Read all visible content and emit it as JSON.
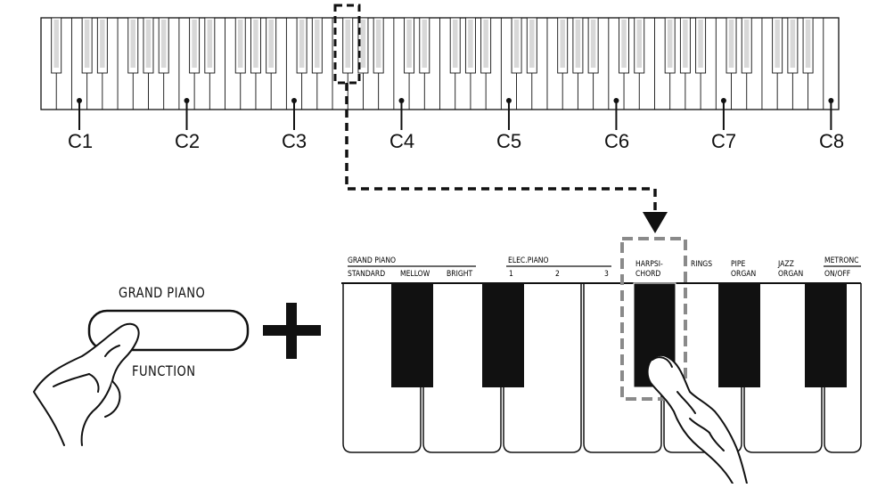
{
  "keyboard": {
    "octave_labels": [
      "C1",
      "C2",
      "C3",
      "C4",
      "C5",
      "C6",
      "C7",
      "C8"
    ]
  },
  "button": {
    "top_label": "GRAND PIANO",
    "bottom_label": "FUNCTION"
  },
  "tone_labels": {
    "grand_piano_group": "GRAND PIANO",
    "standard": "STANDARD",
    "mellow": "MELLOW",
    "bright": "BRIGHT",
    "elec_piano_group": "ELEC.PIANO",
    "ep1": "1",
    "ep2": "2",
    "ep3": "3",
    "harpsichord_line1": "HARPSI-",
    "harpsichord_line2": "CHORD",
    "strings": "RINGS",
    "pipe_line1": "PIPE",
    "pipe_line2": "ORGAN",
    "jazz_line1": "JAZZ",
    "jazz_line2": "ORGAN",
    "metronome_line1": "METRONC",
    "metronome_line2": "ON/OFF"
  },
  "colors": {
    "line": "#111111",
    "highlight_dash": "#8a8a8a",
    "background": "#ffffff"
  }
}
